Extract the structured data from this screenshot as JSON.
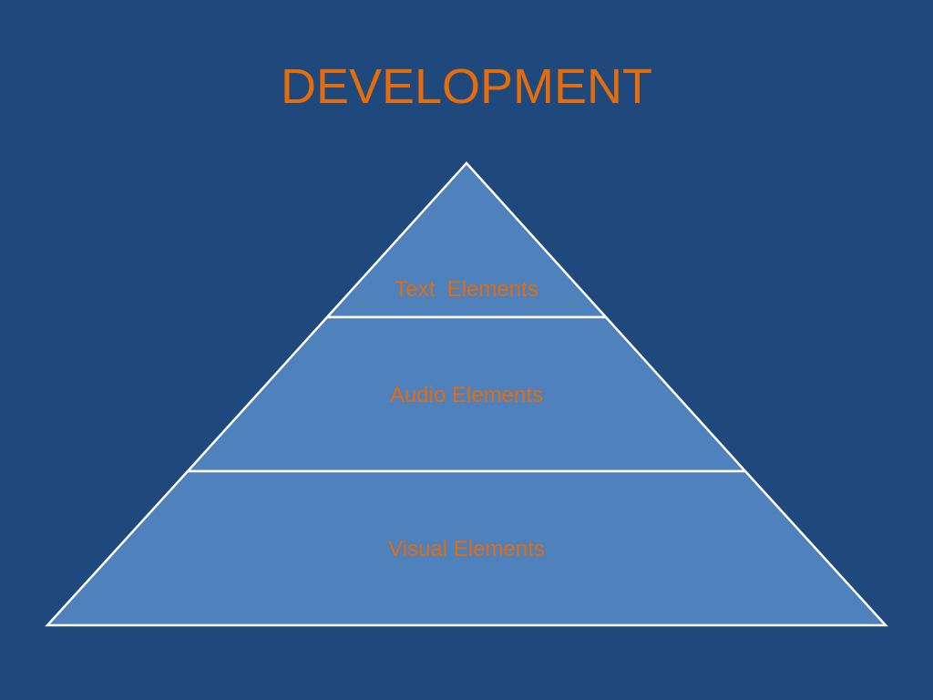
{
  "slide": {
    "title": "DEVELOPMENT",
    "background_color": "#1f497d",
    "title_color": "#e46c0a"
  },
  "pyramid": {
    "fill_color": "#4f81bd",
    "stroke_color": "#ffffff",
    "label_color": "#e46c0a",
    "layers": [
      {
        "label": "Text  Elements"
      },
      {
        "label": "Audio Elements"
      },
      {
        "label": "Visual Elements"
      }
    ]
  }
}
